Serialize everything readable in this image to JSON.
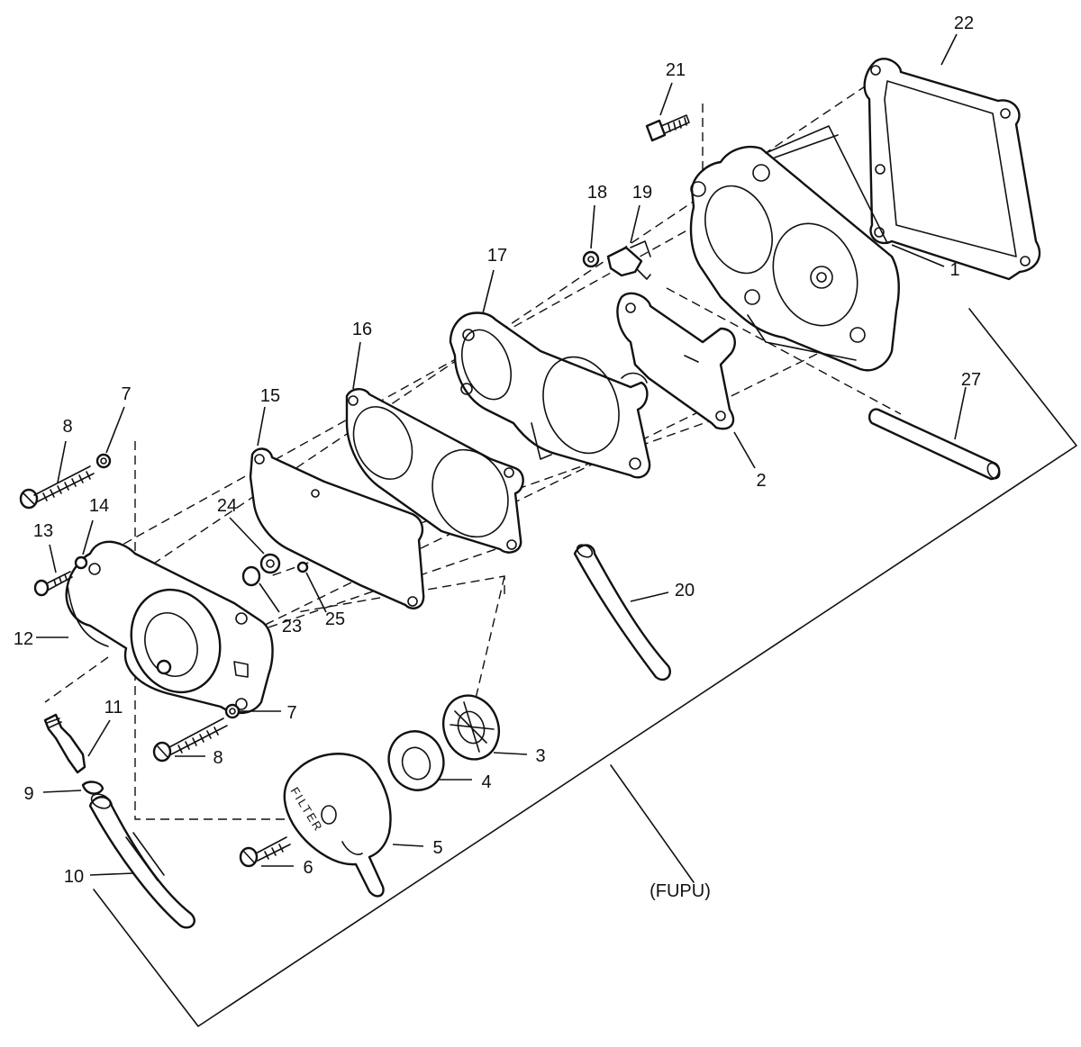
{
  "diagram": {
    "assembly_label": "(FUPU)",
    "filter_text": "FILTER",
    "callouts": [
      {
        "id": "c1",
        "text": "1"
      },
      {
        "id": "c2",
        "text": "2"
      },
      {
        "id": "c3",
        "text": "3"
      },
      {
        "id": "c4",
        "text": "4"
      },
      {
        "id": "c5",
        "text": "5"
      },
      {
        "id": "c6",
        "text": "6"
      },
      {
        "id": "c7a",
        "text": "7"
      },
      {
        "id": "c7b",
        "text": "7"
      },
      {
        "id": "c8a",
        "text": "8"
      },
      {
        "id": "c8b",
        "text": "8"
      },
      {
        "id": "c9",
        "text": "9"
      },
      {
        "id": "c10",
        "text": "10"
      },
      {
        "id": "c11",
        "text": "11"
      },
      {
        "id": "c12",
        "text": "12"
      },
      {
        "id": "c13",
        "text": "13"
      },
      {
        "id": "c14",
        "text": "14"
      },
      {
        "id": "c15",
        "text": "15"
      },
      {
        "id": "c16",
        "text": "16"
      },
      {
        "id": "c17",
        "text": "17"
      },
      {
        "id": "c18",
        "text": "18"
      },
      {
        "id": "c19",
        "text": "19"
      },
      {
        "id": "c20",
        "text": "20"
      },
      {
        "id": "c21",
        "text": "21"
      },
      {
        "id": "c22",
        "text": "22"
      },
      {
        "id": "c23",
        "text": "23"
      },
      {
        "id": "c24",
        "text": "24"
      },
      {
        "id": "c25",
        "text": "25"
      },
      {
        "id": "c27",
        "text": "27"
      }
    ]
  }
}
